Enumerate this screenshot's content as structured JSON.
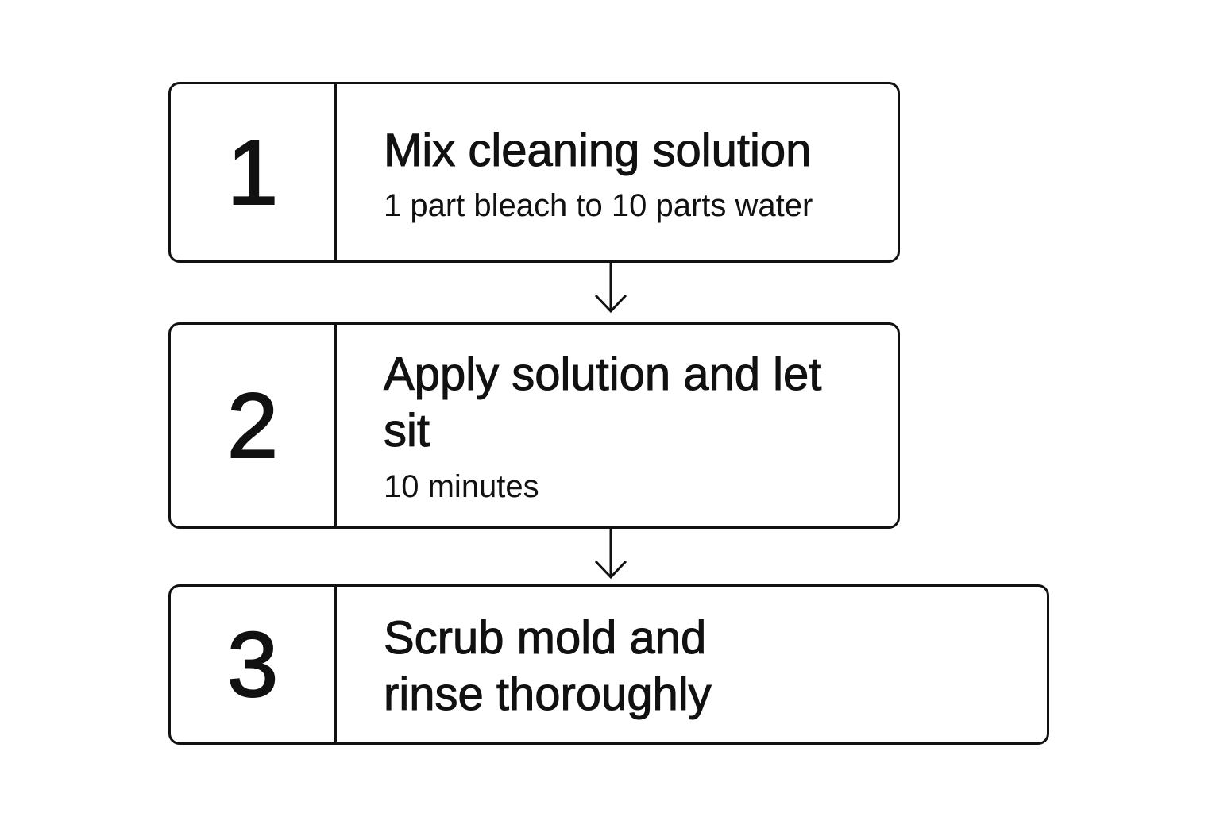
{
  "steps": [
    {
      "number": "1",
      "title": "Mix cleaning solution",
      "subtitle": "1 part bleach to 10 parts water"
    },
    {
      "number": "2",
      "title": "Apply solution and let sit",
      "subtitle": "10 minutes"
    },
    {
      "number": "3",
      "title": "Scrub mold and rinse thoroughly",
      "subtitle": ""
    }
  ],
  "colors": {
    "stroke": "#111111",
    "background": "#ffffff"
  },
  "icons": {
    "connector": "arrow-down-icon"
  }
}
